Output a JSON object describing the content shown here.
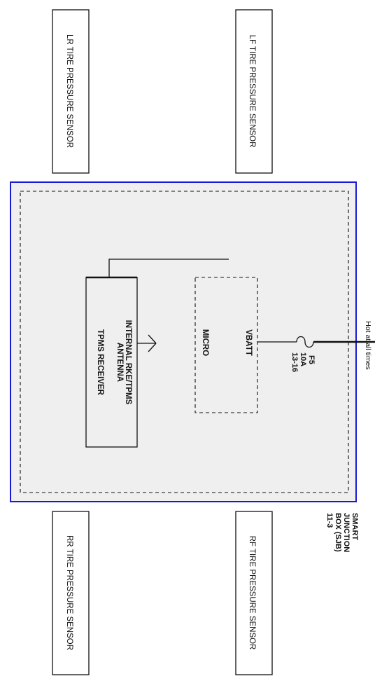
{
  "sensors": {
    "lr": "LR TIRE PRESSURE SENSOR",
    "lf": "LF TIRE PRESSURE SENSOR",
    "rr": "RR TIRE PRESSURE SENSOR",
    "rf": "RF TIRE PRESSURE SENSOR"
  },
  "module": {
    "label_lines": [
      "SMART",
      "JUNCTION",
      "BOX (SJB)",
      "11-3"
    ]
  },
  "receiver": {
    "label_lines": [
      "INTERNAL RKE/TPMS",
      "ANTENNA",
      "TPMS RECEIVER"
    ]
  },
  "micro": {
    "label_lines": [
      "VBATT",
      "MICRO"
    ]
  },
  "fuse": {
    "label_lines": [
      "F5",
      "10A",
      "13-16"
    ]
  },
  "power": {
    "label": "Hot at all times"
  },
  "colors": {
    "module_border": "#1a1ad6",
    "module_fill": "#efefef",
    "line": "#111111"
  }
}
